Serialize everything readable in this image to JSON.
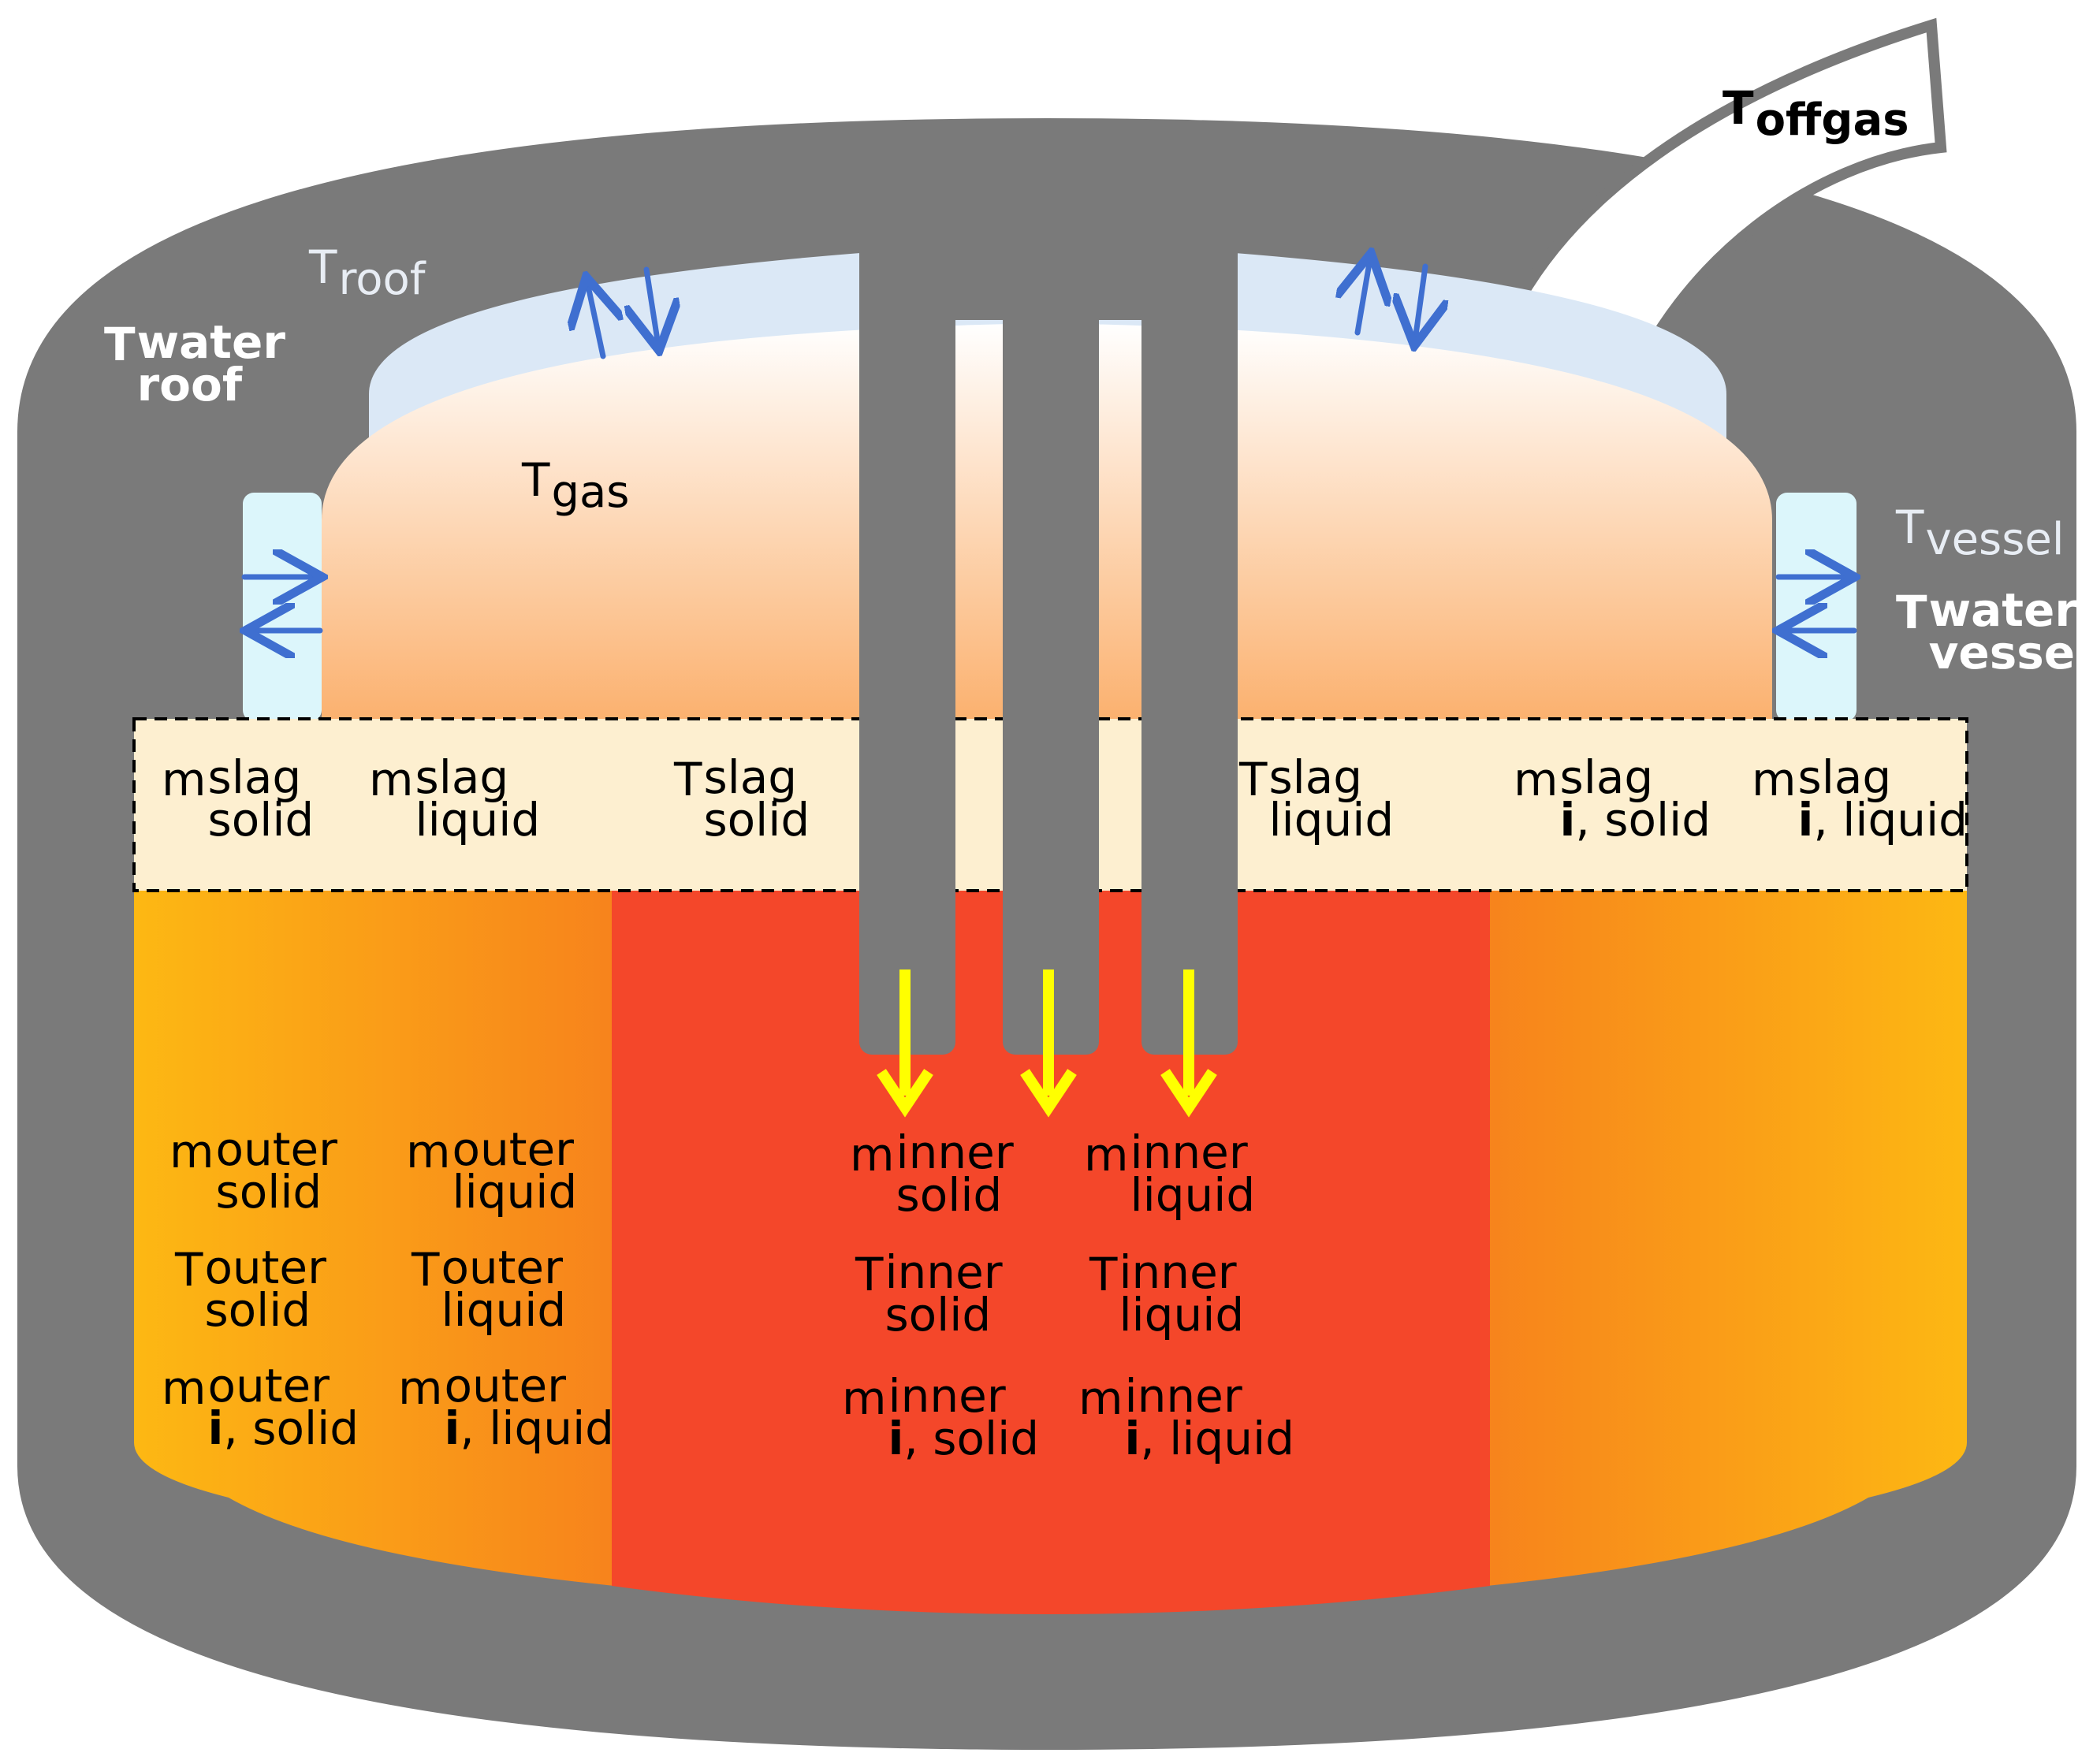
{
  "colors": {
    "vessel_shell": "#7a7a7a",
    "roof_panel": "#dbe8f6",
    "side_panel": "#dcf6fb",
    "gas_top": "#ffffff",
    "gas_bottom": "#fbb16f",
    "slag_layer": "#fdefd0",
    "melt_outer_edge": "#fdb813",
    "melt_outer_mid": "#f7941d",
    "melt_inner": "#f4472a",
    "electrode": "#7a7a7a",
    "offgas_duct": "#ffffff",
    "heat_arrow": "#3f6fd0",
    "electrode_arrow": "#ffff00"
  },
  "labels": {
    "offgas": {
      "base": "T",
      "sub": "offgas"
    },
    "roof": {
      "base": "T",
      "sub": "roof"
    },
    "roof_water": {
      "base": "T",
      "sup": "water",
      "sub": "roof"
    },
    "gas": {
      "base": "T",
      "sub": "gas"
    },
    "vessel": {
      "base": "T",
      "sub": "vessel"
    },
    "vessel_water": {
      "base": "T",
      "sup": "water",
      "sub": "vessel"
    },
    "slag": [
      {
        "base": "m",
        "sup": "slag",
        "sub": "solid"
      },
      {
        "base": "m",
        "sup": "slag",
        "sub": "liquid"
      },
      {
        "base": "T",
        "sup": "slag",
        "sub": "solid"
      },
      {
        "base": "T",
        "sup": "slag",
        "sub": "liquid"
      },
      {
        "base": "m",
        "sup": "slag",
        "sub_bold": "i",
        "sub": ", solid"
      },
      {
        "base": "m",
        "sup": "slag",
        "sub_bold": "i",
        "sub": ", liquid"
      }
    ],
    "outer": [
      {
        "base": "m",
        "sup": "outer",
        "sub": "solid"
      },
      {
        "base": "m",
        "sup": "outer",
        "sub": "liquid"
      },
      {
        "base": "T",
        "sup": "outer",
        "sub": "solid"
      },
      {
        "base": "T",
        "sup": "outer",
        "sub": "liquid"
      },
      {
        "base": "m",
        "sup": "outer",
        "sub_bold": "i",
        "sub": ", solid"
      },
      {
        "base": "m",
        "sup": "outer",
        "sub_bold": "i",
        "sub": ", liquid"
      }
    ],
    "inner": [
      {
        "base": "m",
        "sup": "inner",
        "sub": "solid"
      },
      {
        "base": "m",
        "sup": "inner",
        "sub": "liquid"
      },
      {
        "base": "T",
        "sup": "inner",
        "sub": "solid"
      },
      {
        "base": "T",
        "sup": "inner",
        "sub": "liquid"
      },
      {
        "base": "m",
        "sup": "inner",
        "sub_bold": "i",
        "sub": ", solid"
      },
      {
        "base": "m",
        "sup": "inner",
        "sub_bold": "i",
        "sub": ", liquid"
      }
    ]
  }
}
